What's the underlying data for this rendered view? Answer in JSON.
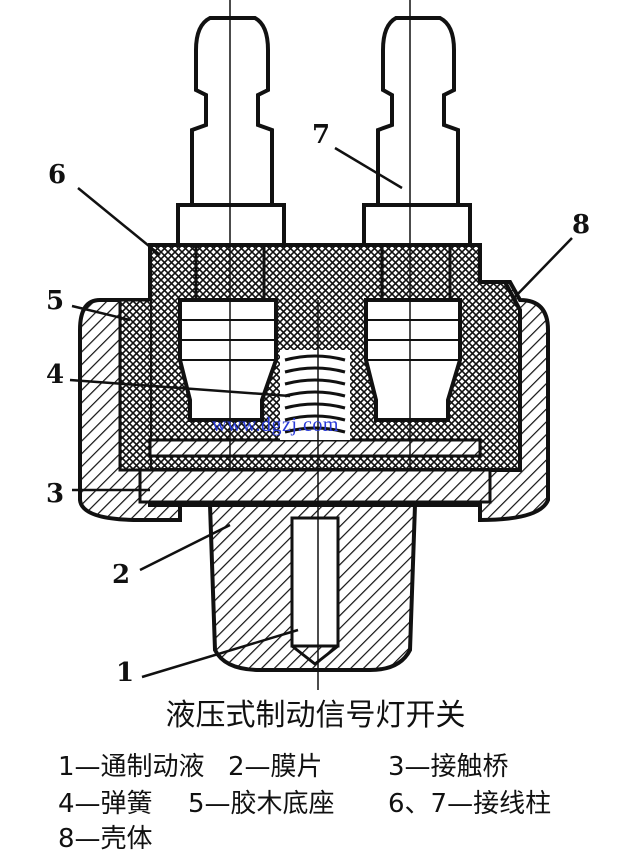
{
  "callouts": {
    "c1": "1",
    "c2": "2",
    "c3": "3",
    "c4": "4",
    "c5": "5",
    "c6": "6",
    "c7": "7",
    "c8": "8"
  },
  "watermark": "www.dgzj.com",
  "caption": "液压式制动信号灯开关",
  "legend": {
    "row1": [
      "1—通制动液",
      "2—膜片",
      "3—接触桥"
    ],
    "row2": [
      "4—弹簧",
      "5—胶木底座",
      "6、7—接线柱"
    ],
    "row3": [
      "8—壳体"
    ]
  }
}
